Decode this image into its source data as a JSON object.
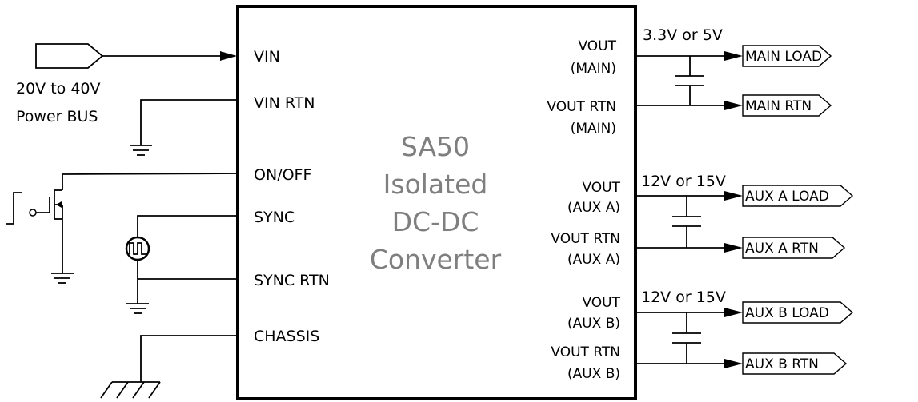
{
  "converter": {
    "title_lines": [
      "SA50",
      "Isolated",
      "DC-DC",
      "Converter"
    ]
  },
  "left_pins": {
    "vin": "VIN",
    "vin_rtn": "VIN RTN",
    "on_off": "ON/OFF",
    "sync": "SYNC",
    "sync_rtn": "SYNC RTN",
    "chassis": "CHASSIS"
  },
  "right_pins": {
    "main_vout": [
      "VOUT",
      "(MAIN)"
    ],
    "main_rtn": [
      "VOUT RTN",
      "(MAIN)"
    ],
    "auxa_vout": [
      "VOUT",
      "(AUX A)"
    ],
    "auxa_rtn": [
      "VOUT RTN",
      "(AUX A)"
    ],
    "auxb_vout": [
      "VOUT",
      "(AUX B)"
    ],
    "auxb_rtn": [
      "VOUT RTN",
      "(AUX B)"
    ]
  },
  "input": {
    "range": "20V to 40V",
    "bus": "Power BUS"
  },
  "outputs": {
    "main_voltage": "3.3V or 5V",
    "auxa_voltage": "12V or 15V",
    "auxb_voltage": "12V or 15V"
  },
  "connectors": {
    "main_load": "MAIN LOAD",
    "main_rtn": "MAIN RTN",
    "auxa_load": "AUX A LOAD",
    "auxa_rtn": "AUX A RTN",
    "auxb_load": "AUX B LOAD",
    "auxb_rtn": "AUX B RTN"
  },
  "icons": [
    "power-bus-connector",
    "ground-icon",
    "mosfet-switch-icon",
    "square-wave-source-icon",
    "chassis-ground-icon",
    "capacitor-icon",
    "output-connector"
  ]
}
